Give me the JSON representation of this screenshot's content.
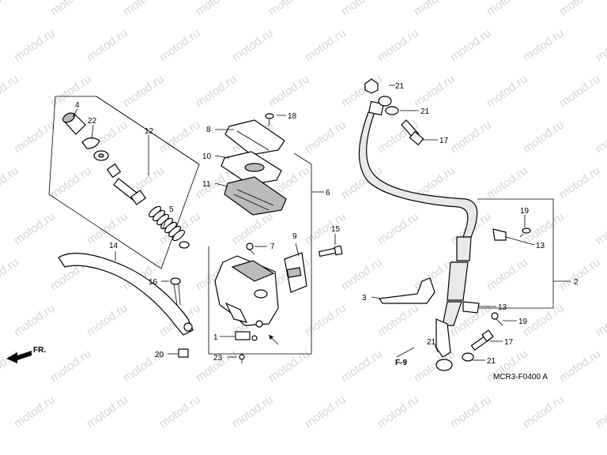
{
  "watermark": "motod.ru",
  "diagram_code": "MCR3-F0400 A",
  "direction_label": "FR.",
  "ref_label": "F-9",
  "callouts": [
    "1",
    "2",
    "3",
    "4",
    "5",
    "6",
    "7",
    "8",
    "9",
    "10",
    "11",
    "12",
    "13",
    "14",
    "15",
    "16",
    "17",
    "18",
    "19",
    "20",
    "21",
    "22",
    "23"
  ]
}
